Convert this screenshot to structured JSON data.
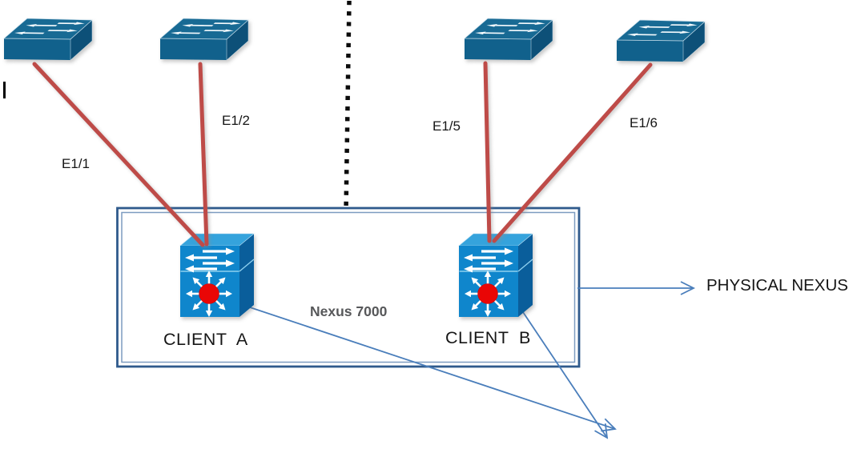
{
  "diagram": {
    "links": {
      "e1_1": "E1/1",
      "e1_2": "E1/2",
      "e1_5": "E1/5",
      "e1_6": "E1/6"
    },
    "devices": {
      "client_a": "CLIENT  A",
      "client_b": "CLIENT  B"
    },
    "box_label": "Nexus 7000",
    "callout_label": "PHYSICAL NEXUS",
    "colors": {
      "link_red": "#be4b48",
      "arrow_blue": "#4a7ebb",
      "box_border_outer": "#2f5a8c",
      "box_border_inner": "#7d9cc0",
      "divider_black": "#0b0b0b",
      "switch_blue_top": "#186a94",
      "device_blue_front": "#0f86cc",
      "red_dot": "#e90606"
    }
  }
}
